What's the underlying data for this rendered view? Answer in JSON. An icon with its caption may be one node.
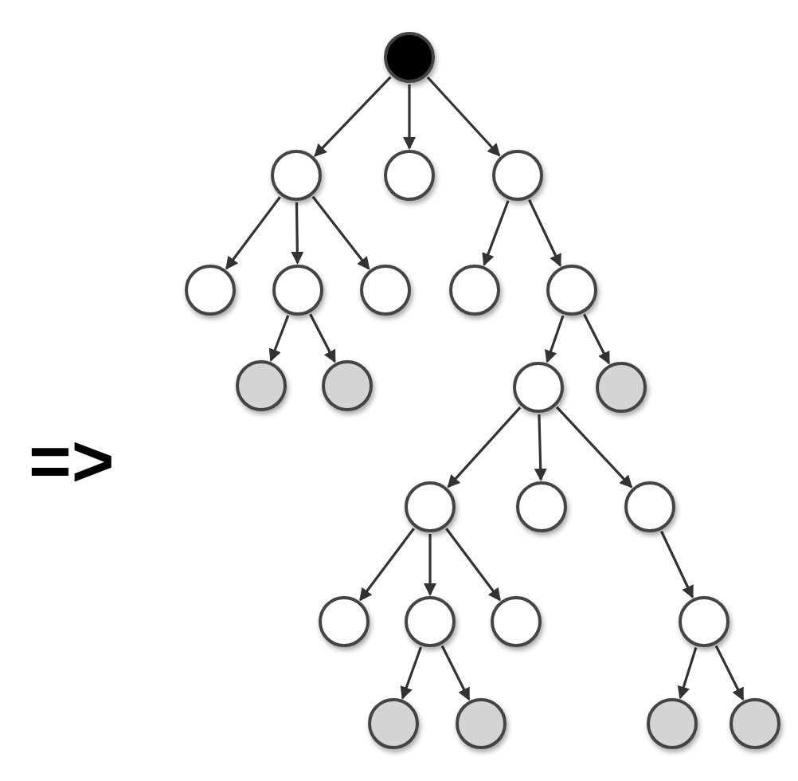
{
  "diagram": {
    "nodes": [
      {
        "text": [],
        "shape": "circle"
      },
      {
        "text": [],
        "shape": "circle"
      },
      {
        "text": [],
        "shape": "circle"
      },
      {
        "text": [],
        "shape": "circle"
      },
      {
        "text": [],
        "shape": "circle"
      },
      {
        "text": [],
        "shape": "circle"
      },
      {
        "text": [],
        "shape": "circle"
      },
      {
        "text": [],
        "shape": "circle"
      },
      {
        "text": [],
        "shape": "circle"
      },
      {
        "text": [],
        "shape": "circle"
      },
      {
        "text": [],
        "shape": "circle"
      },
      {
        "text": [],
        "shape": "circle"
      },
      {
        "text": [],
        "shape": "circle"
      },
      {
        "text": [],
        "shape": "circle"
      },
      {
        "text": [],
        "shape": "circle"
      },
      {
        "text": [],
        "shape": "circle"
      },
      {
        "text": [],
        "shape": "circle"
      },
      {
        "text": [],
        "shape": "circle"
      },
      {
        "text": [],
        "shape": "circle"
      },
      {
        "text": [],
        "shape": "circle"
      },
      {
        "text": [],
        "shape": "circle"
      },
      {
        "text": [],
        "shape": "circle"
      },
      {
        "text": [],
        "shape": "circle"
      },
      {
        "text": [],
        "shape": "circle"
      }
    ],
    "edges": [
      {
        "from": 0,
        "to": 1,
        "arrow": "to"
      },
      {
        "from": 0,
        "to": 2,
        "arrow": "to"
      },
      {
        "from": 0,
        "to": 3,
        "arrow": "to"
      },
      {
        "from": 1,
        "to": 4,
        "arrow": "to"
      },
      {
        "from": 1,
        "to": 5,
        "arrow": "to"
      },
      {
        "from": 1,
        "to": 6,
        "arrow": "to"
      },
      {
        "from": 3,
        "to": 7,
        "arrow": "to"
      },
      {
        "from": 3,
        "to": 8,
        "arrow": "to"
      },
      {
        "from": 5,
        "to": 9,
        "arrow": "to"
      },
      {
        "from": 5,
        "to": 10,
        "arrow": "to"
      },
      {
        "from": 8,
        "to": 11,
        "arrow": "to"
      },
      {
        "from": 8,
        "to": 12,
        "arrow": "to"
      },
      {
        "from": 11,
        "to": 13,
        "arrow": "to"
      },
      {
        "from": 11,
        "to": 14,
        "arrow": "to"
      },
      {
        "from": 11,
        "to": 15,
        "arrow": "to"
      },
      {
        "from": 13,
        "to": 16,
        "arrow": "to"
      },
      {
        "from": 13,
        "to": 17,
        "arrow": "to"
      },
      {
        "from": 13,
        "to": 18,
        "arrow": "to"
      },
      {
        "from": 15,
        "to": 19,
        "arrow": "to"
      },
      {
        "from": 17,
        "to": 20,
        "arrow": "to"
      },
      {
        "from": 17,
        "to": 21,
        "arrow": "to"
      },
      {
        "from": 19,
        "to": 22,
        "arrow": "to"
      },
      {
        "from": 19,
        "to": 23,
        "arrow": "to"
      }
    ],
    "labels": [
      "=>"
    ]
  }
}
